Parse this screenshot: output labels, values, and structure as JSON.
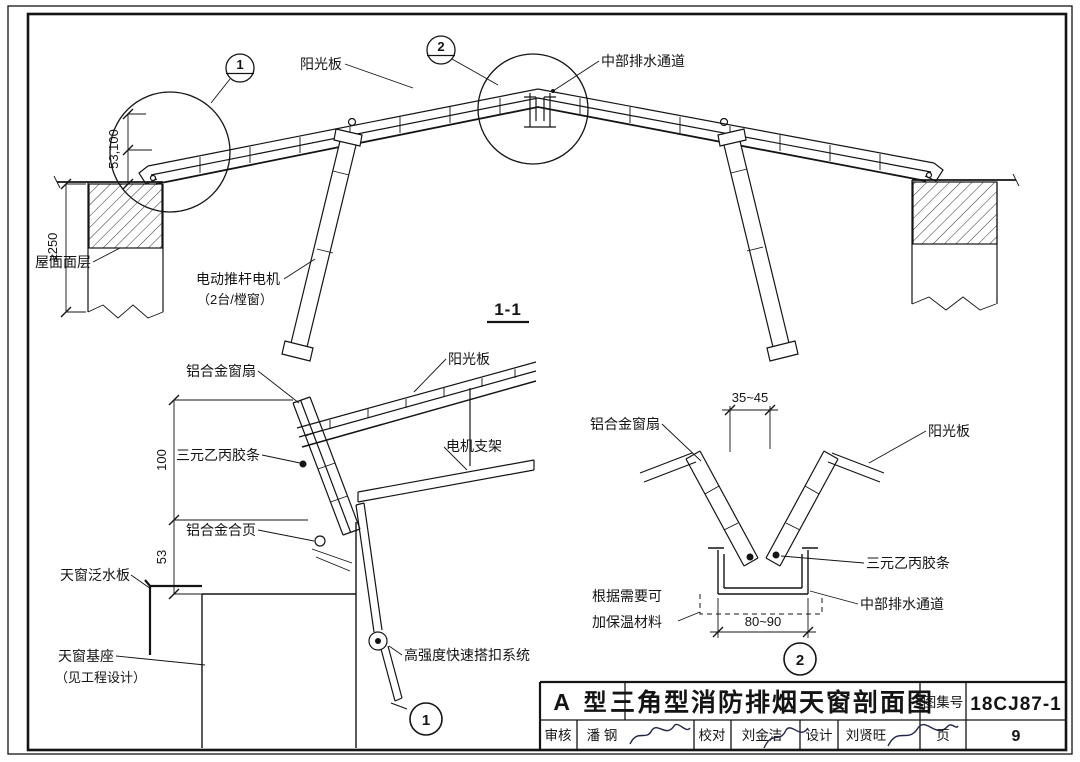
{
  "callouts": {
    "one": "1",
    "two": "2"
  },
  "main": {
    "section_label": "1-1",
    "labels": {
      "panel": "阳光板",
      "drain": "中部排水通道",
      "roof_layer": "屋面面层",
      "motor1": "电动推杆电机",
      "motor2": "（2台/樘窗）"
    },
    "dims": {
      "eave": "53,100",
      "parapet": "≥250"
    }
  },
  "detail1": {
    "labels": {
      "sash": "铝合金窗扇",
      "panel": "阳光板",
      "epdm": "三元乙丙胶条",
      "bracket": "电机支架",
      "hinge": "铝合金合页",
      "flashing": "天窗泛水板",
      "base1": "天窗基座",
      "base2": "（见工程设计）",
      "buckle": "高强度快速搭扣系统"
    },
    "dims": {
      "h100": "100",
      "h53": "53"
    }
  },
  "detail2": {
    "labels": {
      "sash": "铝合金窗扇",
      "panel": "阳光板",
      "epdm": "三元乙丙胶条",
      "drain": "中部排水通道",
      "ins1": "根据需要可",
      "ins2": "加保温材料"
    },
    "dims": {
      "top": "35~45",
      "bottom": "80~90"
    }
  },
  "title_block": {
    "type": "A 型",
    "title": "三角型消防排烟天窗剖面图",
    "atlas_label": "图集号",
    "atlas_no": "18CJ87-1",
    "review_label": "审核",
    "reviewer": "潘 钢",
    "check_label": "校对",
    "checker": "刘金洁",
    "design_label": "设计",
    "designer": "刘贤旺",
    "page_label": "页",
    "page_no": "9"
  }
}
